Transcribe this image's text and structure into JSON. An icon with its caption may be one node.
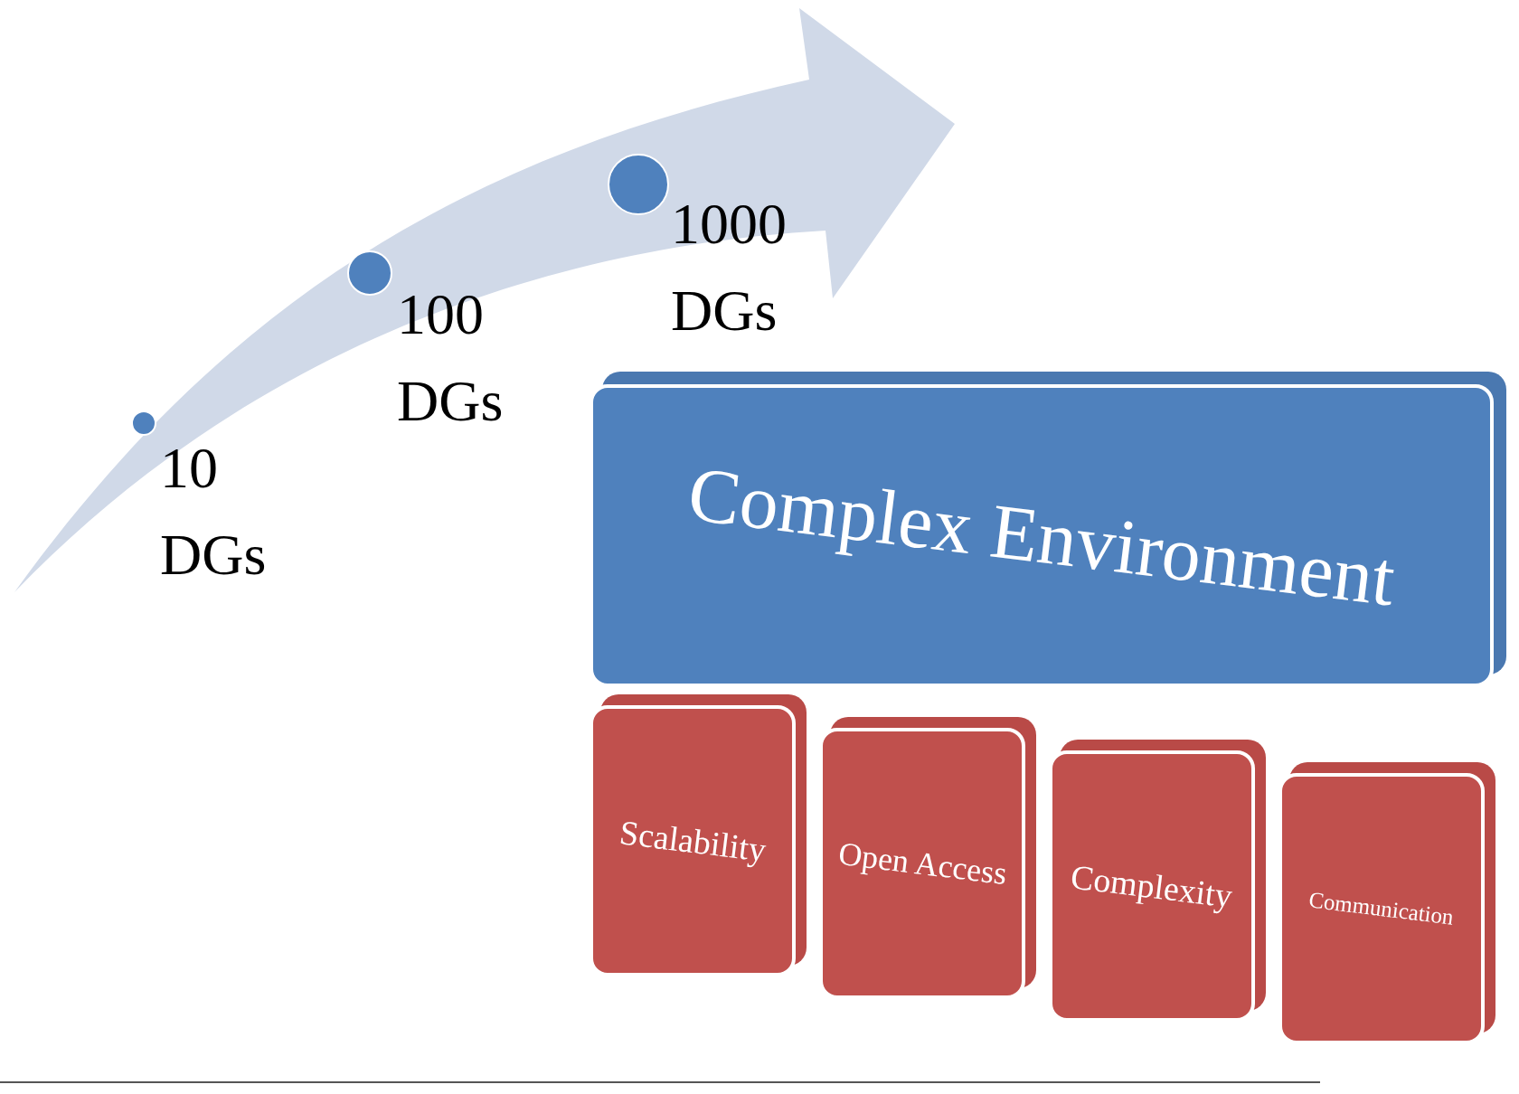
{
  "diagram": {
    "nodes": [
      {
        "text": [],
        "shape": "circle",
        "beside": [
          "10 DGs"
        ]
      },
      {
        "text": [],
        "shape": "circle",
        "beside": [
          "100 DGs"
        ]
      },
      {
        "text": [],
        "shape": "circle",
        "beside": [
          "1000 DGs"
        ]
      },
      {
        "text": [
          "Complex Environment"
        ]
      },
      {
        "text": [
          "Scalability"
        ]
      },
      {
        "text": [
          "Open Access"
        ]
      },
      {
        "text": [
          "Complexity"
        ]
      },
      {
        "text": [
          "Communication"
        ]
      }
    ]
  }
}
